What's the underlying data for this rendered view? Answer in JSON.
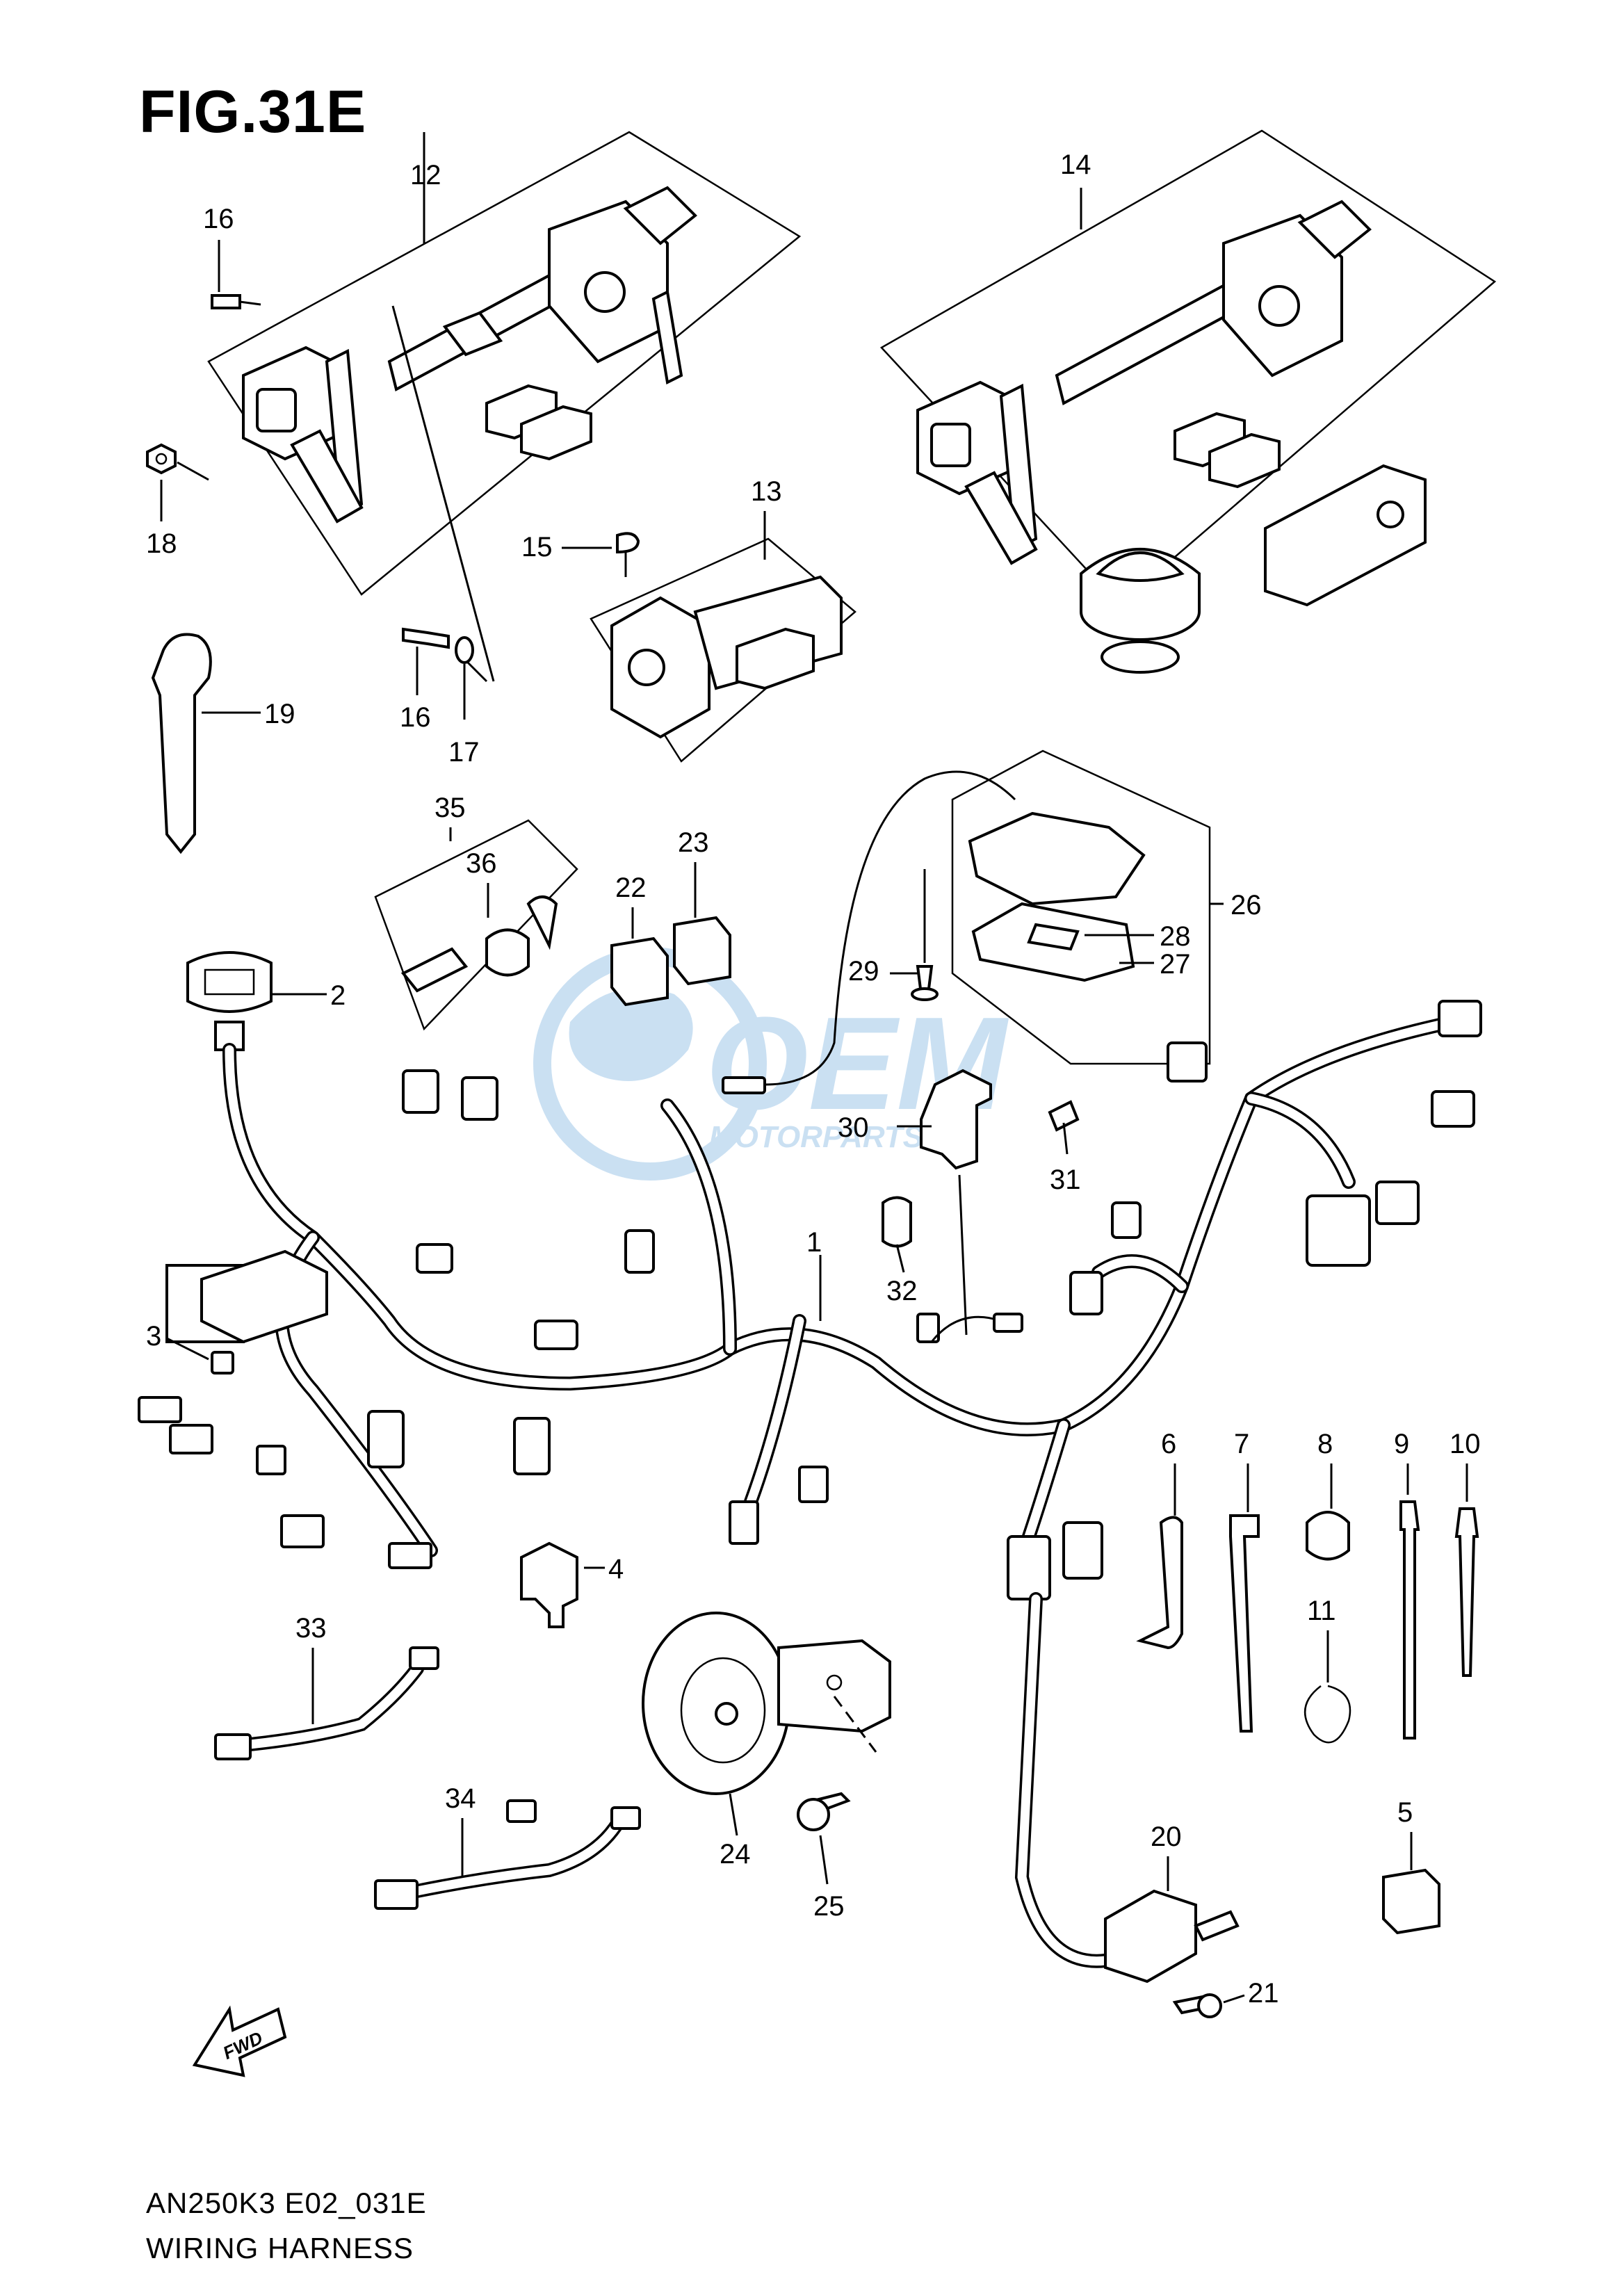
{
  "figure": {
    "title": "FIG.31E",
    "model_code": "AN250K3 E02_031E",
    "section_name": "WIRING HARNESS",
    "fwd_arrow_label": "FWD"
  },
  "watermark": {
    "brand": "OEM",
    "subtitle": "MOTORPARTS",
    "color": "#9fc7e8"
  },
  "callouts": {
    "n1": "1",
    "n2": "2",
    "n3": "3",
    "n4": "4",
    "n5": "5",
    "n6": "6",
    "n7": "7",
    "n8": "8",
    "n9": "9",
    "n10": "10",
    "n11": "11",
    "n12": "12",
    "n13": "13",
    "n14": "14",
    "n15": "15",
    "n16a": "16",
    "n16b": "16",
    "n17": "17",
    "n18": "18",
    "n19": "19",
    "n20": "20",
    "n21": "21",
    "n22": "22",
    "n23": "23",
    "n24": "24",
    "n25": "25",
    "n26": "26",
    "n27": "27",
    "n28": "28",
    "n29": "29",
    "n30": "30",
    "n31": "31",
    "n32": "32",
    "n33": "33",
    "n34": "34",
    "n35": "35",
    "n36": "36"
  }
}
